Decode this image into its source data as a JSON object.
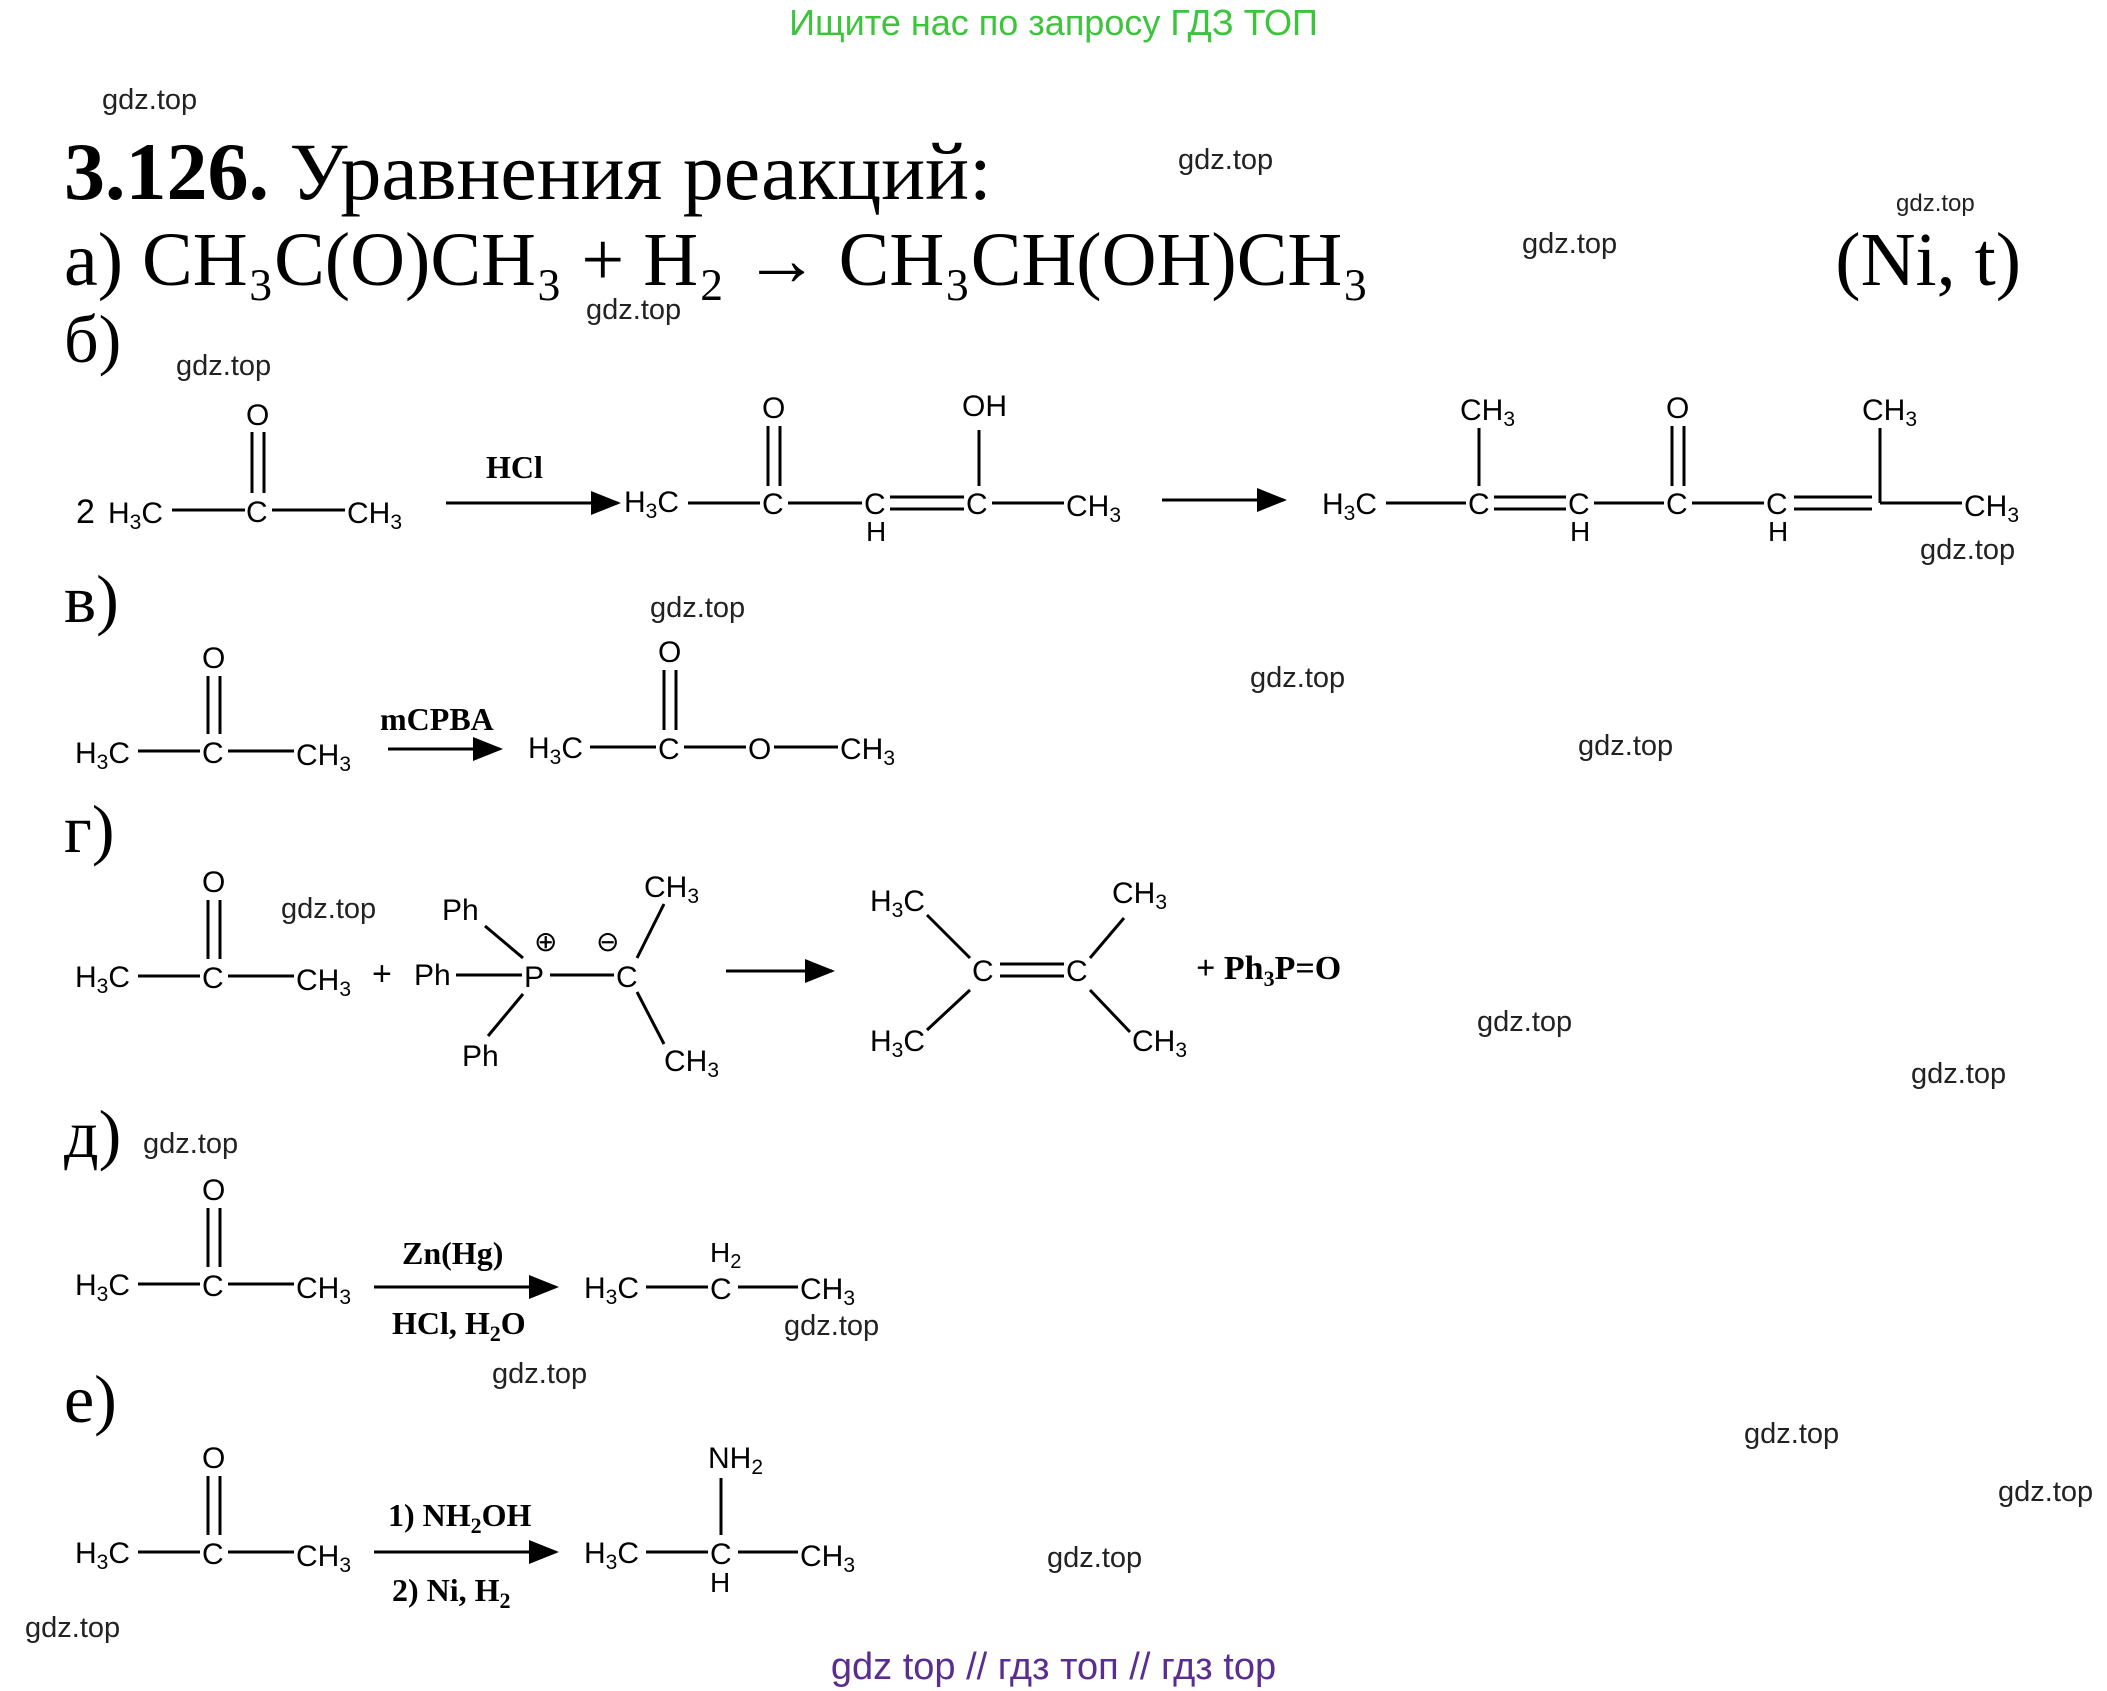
{
  "top_banner": "Ищите нас по запросу ГДЗ ТОП",
  "bottom_banner": "gdz top  //  гдз топ  //  гдз top",
  "watermark": "gdz.top",
  "problem": {
    "number": "3.126.",
    "title": "Уравнения реакций:"
  },
  "part_a": {
    "label": "а)",
    "reactant1": "CH₃C(O)CH₃",
    "plus": "+",
    "reactant2": "H₂",
    "arrow": "→",
    "product": "CH₃CH(OH)CH₃",
    "conditions": "(Ni, t)"
  },
  "part_b": {
    "label": "б)",
    "coefficient": "2",
    "reagent": "HCl"
  },
  "part_v": {
    "label": "в)",
    "reagent": "mCPBA"
  },
  "part_g": {
    "label": "г)",
    "byproduct": "+ Ph₃P=O"
  },
  "part_d": {
    "label": "д)",
    "reagent_top": "Zn(Hg)",
    "reagent_bottom": "HCl, H₂O"
  },
  "part_e": {
    "label": "е)",
    "step1": "1) NH₂OH",
    "step2": "2) Ni, H₂"
  }
}
